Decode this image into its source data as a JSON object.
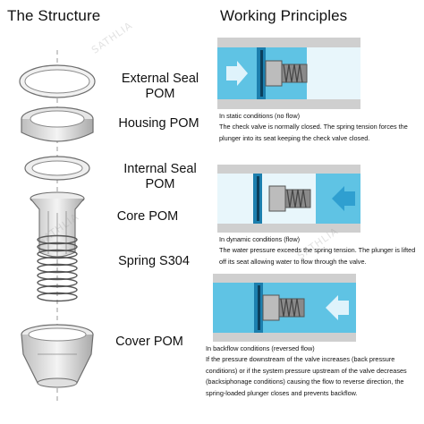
{
  "left": {
    "title": "The Structure",
    "parts": [
      {
        "label": "External Seal\nPOM"
      },
      {
        "label": "Housing POM"
      },
      {
        "label": "Internal Seal\nPOM"
      },
      {
        "label": "Core POM"
      },
      {
        "label": "Spring S304"
      },
      {
        "label": "Cover POM"
      }
    ]
  },
  "right": {
    "title": "Working Principles",
    "states": [
      {
        "heading": "In static conditions (no flow)",
        "text": "The check valve is normally closed. The spring tension forces the plunger into its seat keeping the check valve closed."
      },
      {
        "heading": "In dynamic conditions (flow)",
        "text": "The water pressure exceeds the spring tension. The plunger is lifted off its seat allowing water to flow through the valve."
      },
      {
        "heading": "In backflow conditions (reversed flow)",
        "text": "If the pressure downstream of the valve increases (back pressure conditions) or if the system pressure upstream of the valve decreases (backsiphonage conditions) causing the flow to reverse direction, the spring-loaded plunger closes and prevents backflow."
      }
    ]
  },
  "watermark": "SATHLIA",
  "colors": {
    "water": "#5fc3e4",
    "water_dark": "#2f9fd0",
    "arrow": "#dff3fb",
    "pipe": "#cfcfcf",
    "text": "#111111"
  }
}
